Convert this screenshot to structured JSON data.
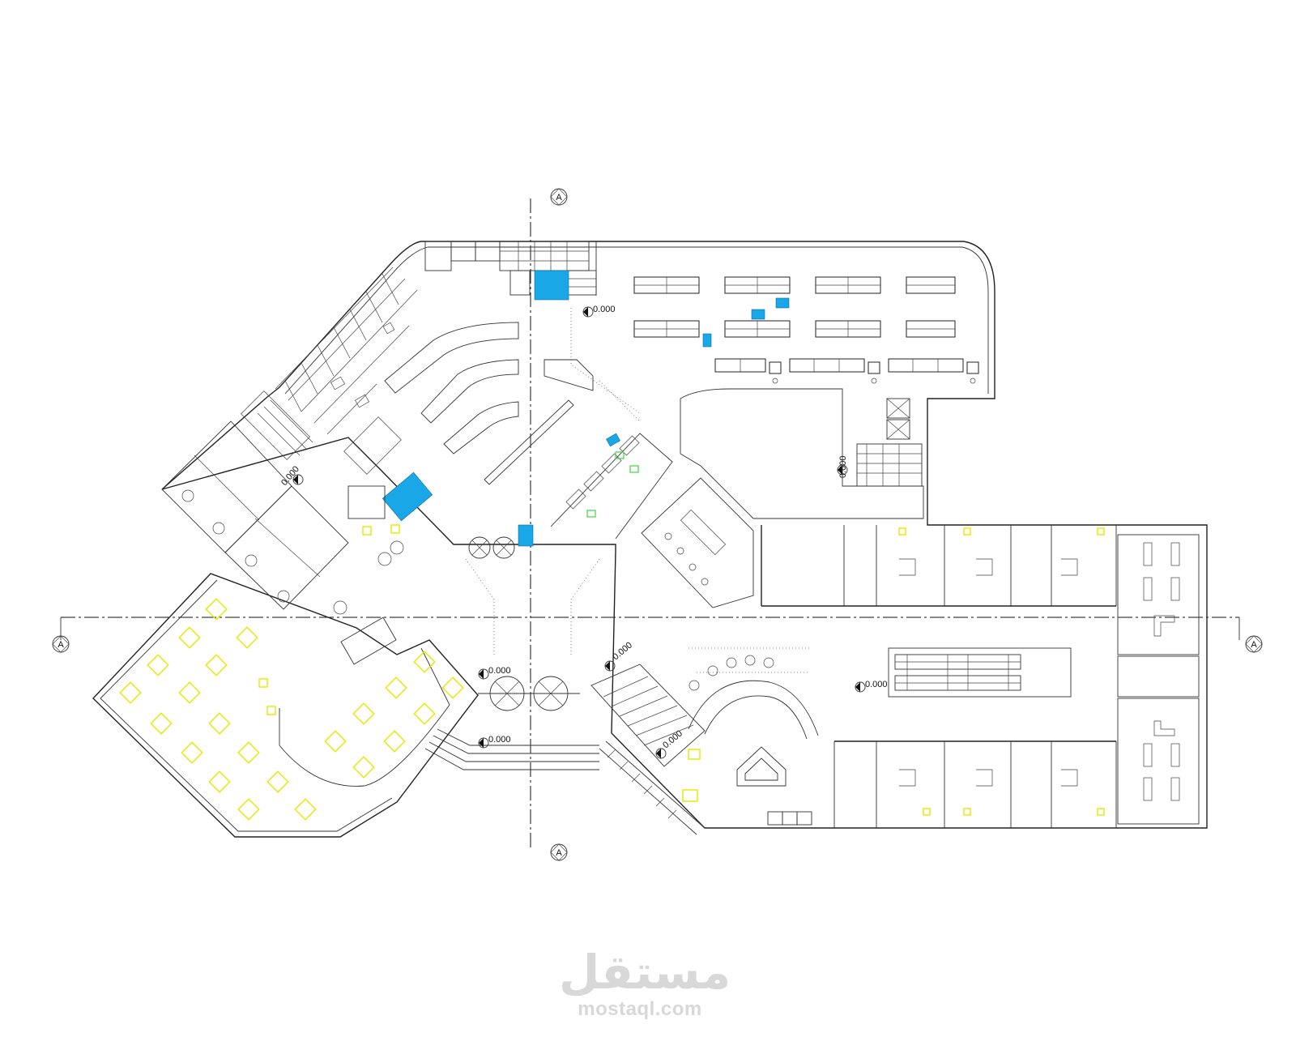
{
  "drawing": {
    "section_marker": "A",
    "level_label": "0.000"
  },
  "watermark": {
    "arabic": "مستقل",
    "site": "mostaql.com"
  },
  "colors": {
    "line": "#222222",
    "seating": "#e8e800",
    "equipment": "#1aa7e8",
    "plants": "#3fd43f",
    "watermark": "#d8d8d8"
  }
}
